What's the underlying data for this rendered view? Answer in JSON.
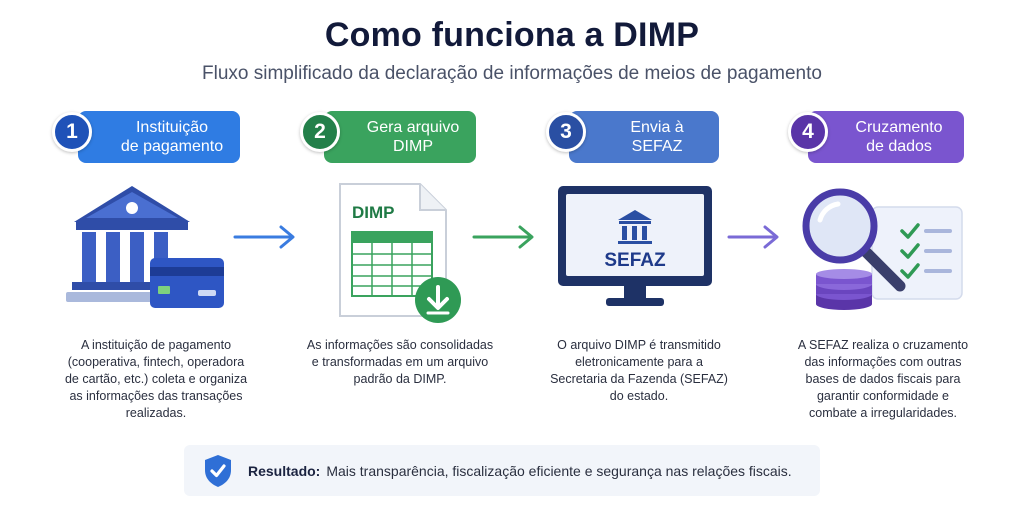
{
  "title": "Como funciona a DIMP",
  "subtitle": "Fluxo simplificado da declaração de informações de meios de pagamento",
  "steps": [
    {
      "number": "1",
      "label_line1": "Instituição",
      "label_line2": "de pagamento",
      "description": [
        "A instituição de pagamento",
        "(cooperativa, fintech, operadora",
        "de cartão, etc.) coleta e organiza",
        "as informações das transações",
        "realizadas."
      ],
      "color": "#2f7ce3",
      "badge_color": "#1f52b8"
    },
    {
      "number": "2",
      "label_line1": "Gera arquivo",
      "label_line2": "DIMP",
      "description": [
        "As informações são consolidadas",
        "e transformadas em um arquivo",
        "padrão da DIMP."
      ],
      "color": "#3aa35e",
      "badge_color": "#23804a"
    },
    {
      "number": "3",
      "label_line1": "Envia à",
      "label_line2": "SEFAZ",
      "description": [
        "O arquivo DIMP é transmitido",
        "eletronicamente para a",
        "Secretaria da Fazenda (SEFAZ)",
        "do estado."
      ],
      "color": "#4a78cc",
      "badge_color": "#2a4fa3"
    },
    {
      "number": "4",
      "label_line1": "Cruzamento",
      "label_line2": "de dados",
      "description": [
        "A SEFAZ realiza o cruzamento",
        "das informações com outras",
        "bases de dados fiscais para",
        "garantir conformidade e",
        "combate a irregularidades."
      ],
      "color": "#7a55cf",
      "badge_color": "#5a35a8"
    }
  ],
  "file_icon_text": "DIMP",
  "monitor_text": "SEFAZ",
  "result": {
    "label": "Resultado:",
    "text": "Mais transparência, fiscalização eficiente e segurança nas relações fiscais."
  },
  "icons": [
    "bank-icon",
    "credit-card-icon",
    "spreadsheet-file-icon",
    "download-icon",
    "monitor-icon",
    "magnifier-icon",
    "database-icon",
    "checklist-icon",
    "shield-check-icon",
    "arrow-right-icon"
  ]
}
